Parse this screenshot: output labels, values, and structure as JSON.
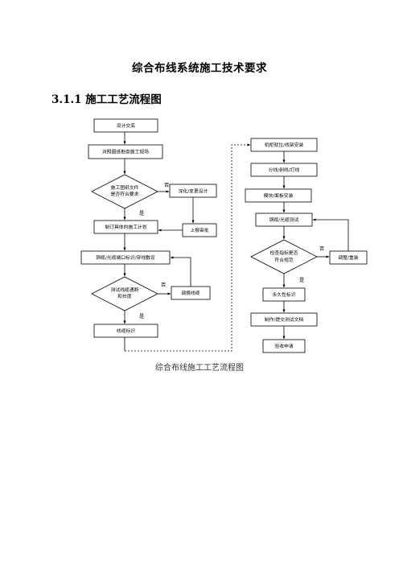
{
  "document": {
    "title": "综合布线系统施工技术要求",
    "section_heading": "3.1.1 施工工艺流程图",
    "caption": "综合布线施工工艺流程图"
  },
  "flowchart": {
    "left": {
      "design_disclosure": "设计交底",
      "site_survey": "对照图纸勘查施工现场",
      "decision_drawings_line1": "施工图纸文件",
      "decision_drawings_line2": "是否符合要求",
      "deepen_design": "深化/变更设计",
      "make_plan": "制订具体的施工计划",
      "submit_review": "上报审批",
      "label_and_install": "铜缆/光缆端口标识/穿线敷设",
      "decision_test_line1": "测试线缆通断",
      "decision_test_line2": "和长度",
      "replace_cable": "调换线缆",
      "cable_marking": "线缆标识"
    },
    "right": {
      "rack_install": "机柜就位/线架安装",
      "wire_split": "分线/剥线/打线",
      "module_install": "模块/面板安装",
      "cable_test": "铜缆/光缆测试",
      "decision_spec_line1": "检查指标是否",
      "decision_spec_line2": "符合规范",
      "adjust_reinstall": "调整/重装",
      "permanent_label": "永久性标识",
      "test_docs": "制作/提交测试文档",
      "acceptance": "验收申请"
    },
    "labels": {
      "no": "否",
      "yes": "是"
    }
  }
}
